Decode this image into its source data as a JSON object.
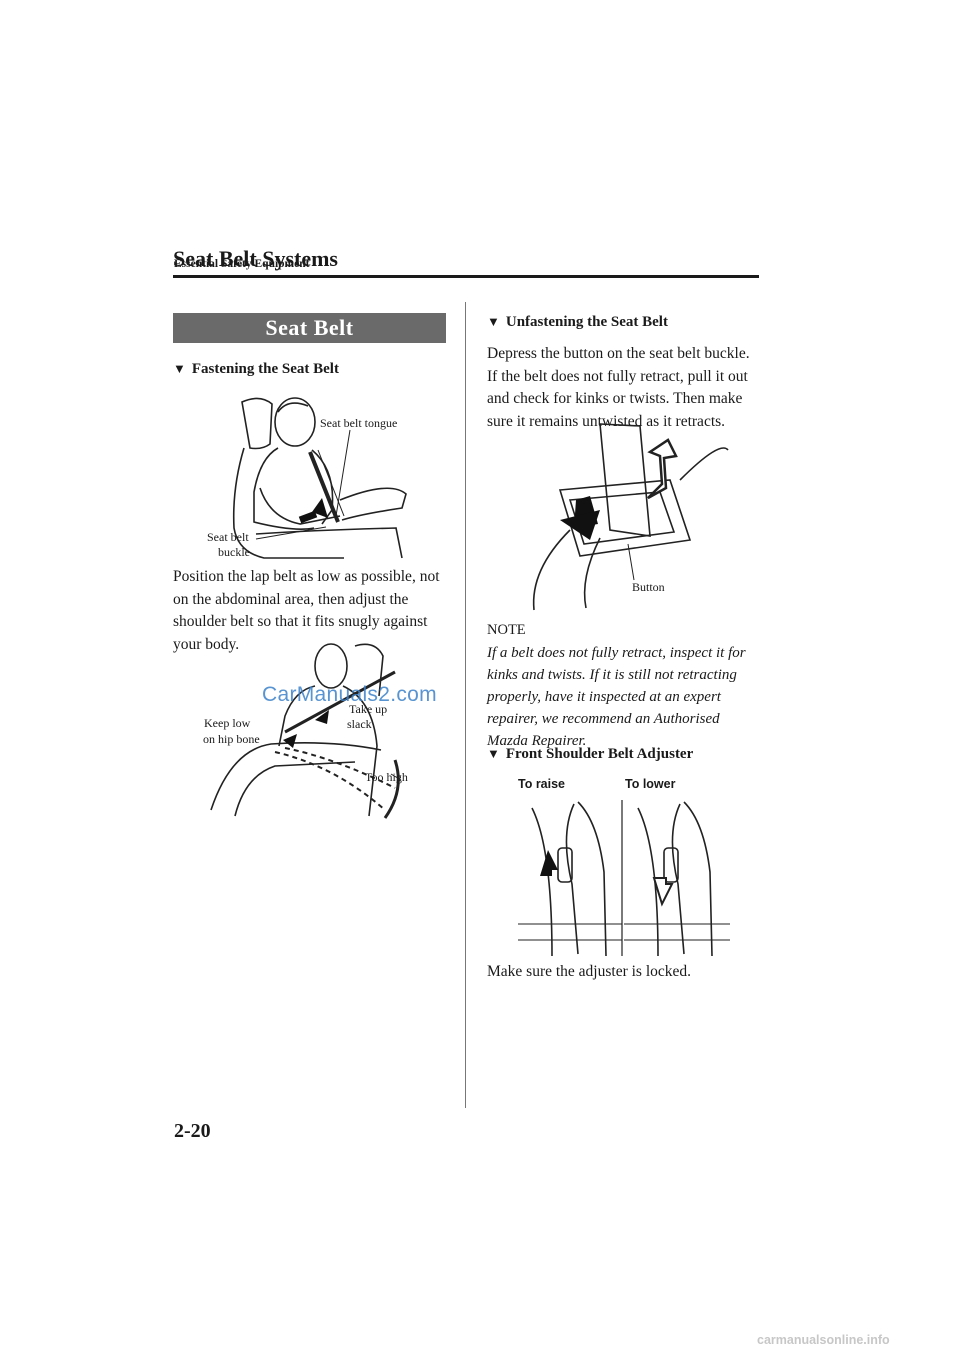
{
  "header": {
    "section": "Essential Safety Equipment",
    "title": "Seat Belt Systems"
  },
  "banner": "Seat Belt",
  "left": {
    "fastening_heading": "Fastening the Seat Belt",
    "figure1_labels": {
      "tongue": "Seat belt tongue",
      "buckle_line1": "Seat belt",
      "buckle_line2": "buckle"
    },
    "paragraph": "Position the lap belt as low as possible, not on the abdominal area, then adjust the shoulder belt so that it fits snugly against your body.",
    "figure2_labels": {
      "take_up_1": "Take up",
      "take_up_2": "slack",
      "keep_low_1": "Keep low",
      "keep_low_2": "on hip bone",
      "too_high": "Too high"
    }
  },
  "right": {
    "unfastening_heading": "Unfastening the Seat Belt",
    "unfastening_text": "Depress the button on the seat belt buckle. If the belt does not fully retract, pull it out and check for kinks or twists. Then make sure it remains untwisted as it retracts.",
    "figure3_labels": {
      "button": "Button"
    },
    "note_heading": "NOTE",
    "note_text": "If a belt does not fully retract, inspect it for kinks and twists. If it is still not retracting properly, have it inspected at an expert repairer, we recommend an Authorised Mazda Repairer.",
    "adjuster_heading": "Front Shoulder Belt Adjuster",
    "figure4_labels": {
      "raise": "To raise",
      "lower": "To lower"
    },
    "adjuster_text": "Make sure the adjuster is locked."
  },
  "page_number": "2-20",
  "watermark": "CarManuals2.com",
  "footer_mark": "carmanualsonline.info",
  "icons": {
    "heading_marker": "triangle-down-icon"
  }
}
